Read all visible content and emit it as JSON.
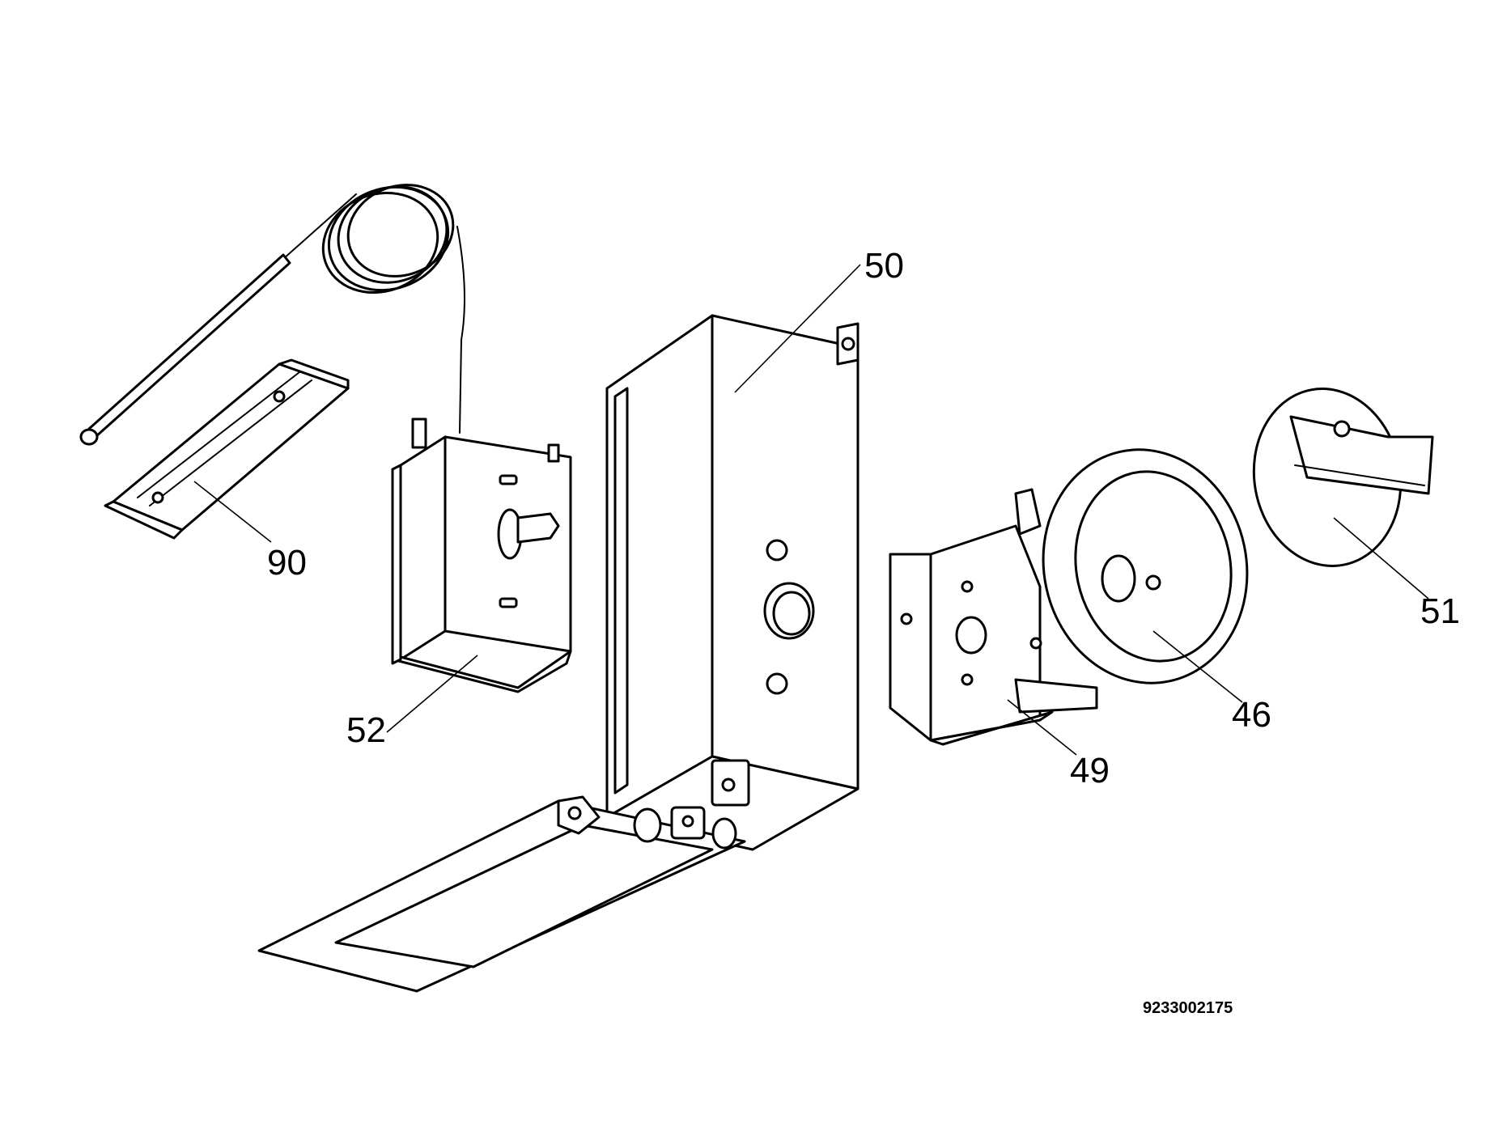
{
  "diagram": {
    "reference_code": "9233002175",
    "callouts": [
      {
        "id": "50",
        "label": "50"
      },
      {
        "id": "90",
        "label": "90"
      },
      {
        "id": "52",
        "label": "52"
      },
      {
        "id": "51",
        "label": "51"
      },
      {
        "id": "46",
        "label": "46"
      },
      {
        "id": "49",
        "label": "49"
      }
    ]
  }
}
